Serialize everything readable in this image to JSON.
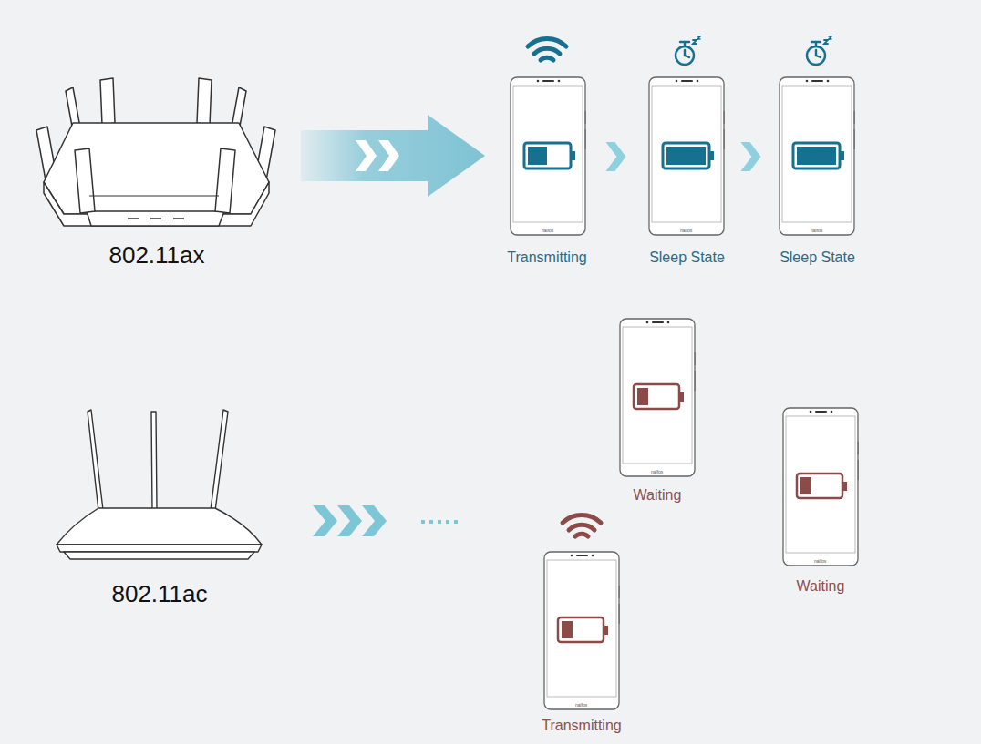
{
  "diagram": {
    "nodes": [
      {
        "text": [
          "802.11ax"
        ]
      },
      {
        "text": [
          "Transmitting"
        ]
      },
      {
        "text": [
          "Sleep State"
        ]
      },
      {
        "text": [
          "Sleep State"
        ]
      },
      {
        "text": [
          "802.11ac"
        ]
      },
      {
        "text": [
          "Waiting"
        ]
      },
      {
        "text": [
          "Waiting"
        ]
      },
      {
        "text": [
          "Transmitting"
        ]
      }
    ],
    "edges": [
      {
        "from": 0,
        "to": 1,
        "arrow": "to"
      },
      {
        "from": 1,
        "to": 2,
        "arrow": "to"
      },
      {
        "from": 2,
        "to": 3,
        "arrow": "to"
      }
    ],
    "labels": [
      "nalfos",
      "nalfos",
      "nalfos",
      "nalfos",
      "nalfos",
      "nalfos"
    ]
  }
}
